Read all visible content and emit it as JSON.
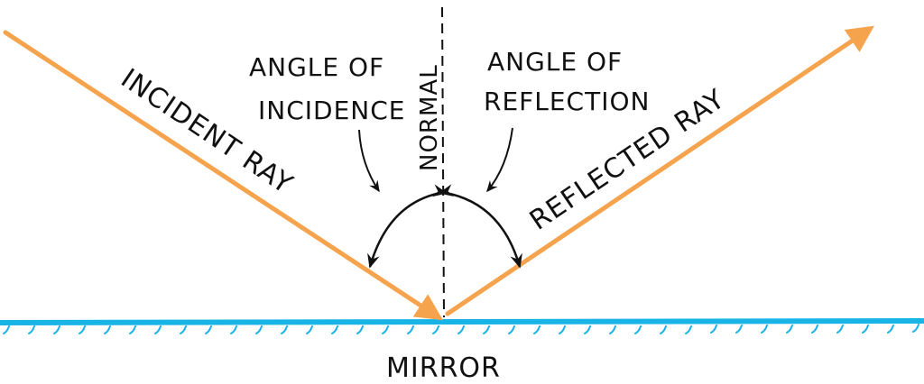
{
  "labels": {
    "incident_ray": "INCIDENT RAY",
    "reflected_ray": "REFLECTED RAY",
    "normal": "NORMAL",
    "angle_of_incidence_line1": "ANGLE OF",
    "angle_of_incidence_line2": "INCIDENCE",
    "angle_of_reflection_line1": "ANGLE OF",
    "angle_of_reflection_line2": "REFLECTION",
    "mirror": "MIRROR"
  },
  "colors": {
    "ray": "#F6A34E",
    "mirror": "#19B4E6",
    "ink": "#111111"
  }
}
